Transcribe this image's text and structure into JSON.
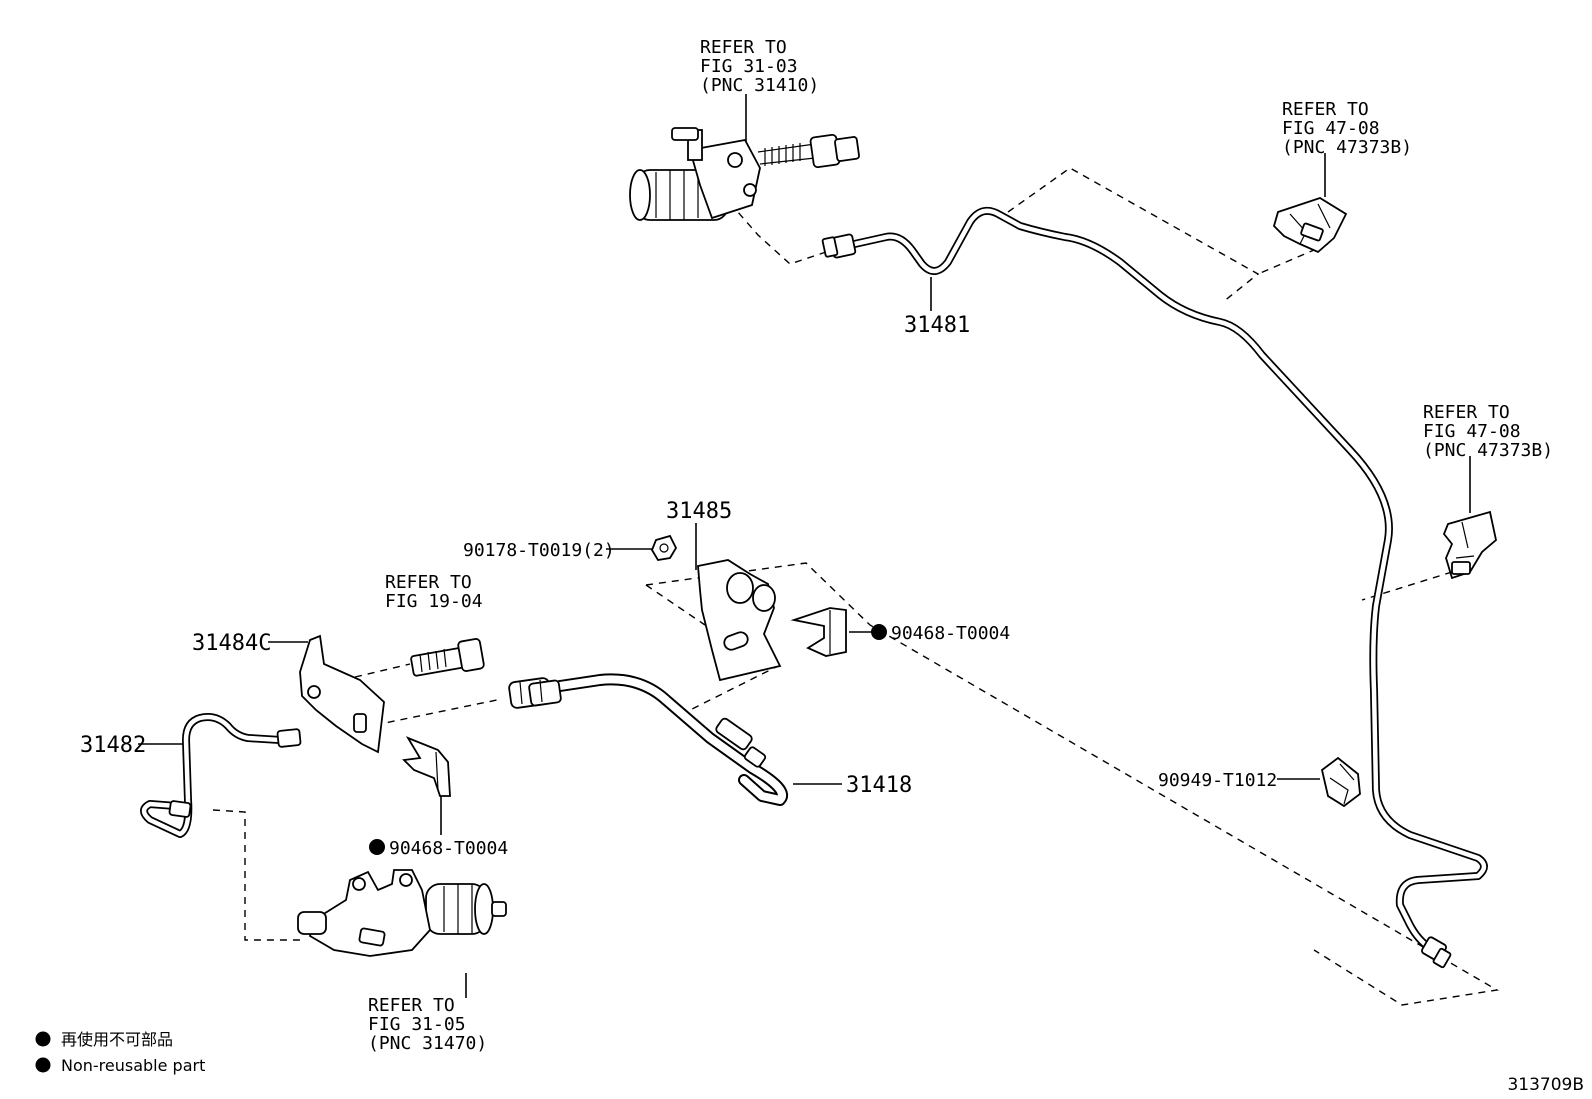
{
  "refs": {
    "master_cylinder": [
      "REFER TO",
      "FIG 31-03",
      "(PNC 31410)"
    ],
    "clamp_upper": [
      "REFER TO",
      "FIG 47-08",
      "(PNC 47373B)"
    ],
    "clamp_right": [
      "REFER TO",
      "FIG 47-08",
      "(PNC 47373B)"
    ],
    "bolt": [
      "REFER TO",
      "FIG 19-04"
    ],
    "release_cylinder": [
      "REFER TO",
      "FIG 31-05",
      "(PNC 31470)"
    ]
  },
  "parts": {
    "p31481": "31481",
    "p31485": "31485",
    "p31484c": "31484C",
    "p31482": "31482",
    "p31418": "31418",
    "nut": "90178-T0019(2)",
    "clip_right": "90468-T0004",
    "clip_lower": "90468-T0004",
    "clamp": "90949-T1012"
  },
  "legend": {
    "jp": "再使用不可部品",
    "en": "Non-reusable part"
  },
  "figure_id": "313709B"
}
